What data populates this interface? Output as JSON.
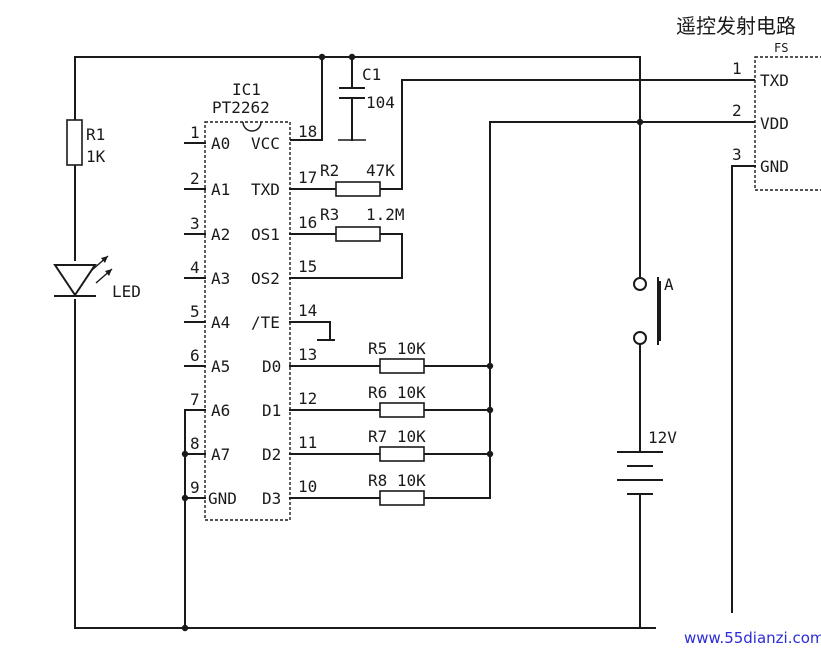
{
  "header_partial": "遥控发射电路",
  "ic": {
    "name": "IC1",
    "part": "PT2262",
    "left_pins": [
      {
        "num": "1",
        "label": "A0"
      },
      {
        "num": "2",
        "label": "A1"
      },
      {
        "num": "3",
        "label": "A2"
      },
      {
        "num": "4",
        "label": "A3"
      },
      {
        "num": "5",
        "label": "A4"
      },
      {
        "num": "6",
        "label": "A5"
      },
      {
        "num": "7",
        "label": "A6"
      },
      {
        "num": "8",
        "label": "A7"
      },
      {
        "num": "9",
        "label": "GND"
      }
    ],
    "right_pins": [
      {
        "num": "18",
        "label": "VCC"
      },
      {
        "num": "17",
        "label": "TXD"
      },
      {
        "num": "16",
        "label": "OS1"
      },
      {
        "num": "15",
        "label": "OS2"
      },
      {
        "num": "14",
        "label": "/TE"
      },
      {
        "num": "13",
        "label": "D0"
      },
      {
        "num": "12",
        "label": "D1"
      },
      {
        "num": "11",
        "label": "D2"
      },
      {
        "num": "10",
        "label": "D3"
      }
    ]
  },
  "components": {
    "c1": {
      "name": "C1",
      "value": "104"
    },
    "r1": {
      "name": "R1",
      "value": "1K"
    },
    "led": {
      "name": "LED"
    },
    "r2": {
      "name": "R2",
      "value": "47K"
    },
    "r3": {
      "name": "R3",
      "value": "1.2M"
    },
    "r5": {
      "label": "R5 10K"
    },
    "r6": {
      "label": "R6 10K"
    },
    "r7": {
      "label": "R7 10K"
    },
    "r8": {
      "label": "R8 10K"
    },
    "switch": {
      "name": "A"
    },
    "battery": {
      "value": "12V"
    }
  },
  "fs_module": {
    "name": "FS",
    "pins": [
      {
        "num": "1",
        "label": "TXD"
      },
      {
        "num": "2",
        "label": "VDD"
      },
      {
        "num": "3",
        "label": "GND"
      }
    ]
  },
  "watermark": "www.55dianzi.com",
  "colors": {
    "ink": "#1a1a1a",
    "watermark": "#2b2bd9"
  }
}
